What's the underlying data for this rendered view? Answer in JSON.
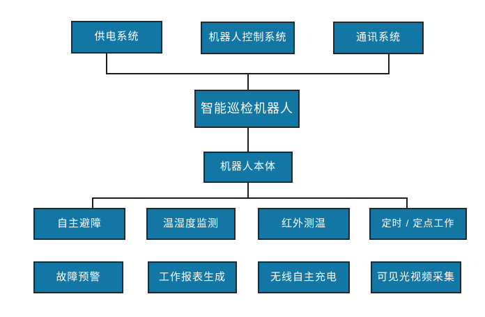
{
  "diagram": {
    "type": "hierarchy-flowchart",
    "colors": {
      "node_fill": "#1377a6",
      "node_border": "#1f2a30",
      "connector": "#1c1c1c",
      "node_text": "#ffffff",
      "background": "#ffffff"
    },
    "nodes": [
      {
        "id": "power-supply",
        "label": "供电系统",
        "level": 1
      },
      {
        "id": "robot-control",
        "label": "机器人控制系统",
        "level": 1
      },
      {
        "id": "communication",
        "label": "通讯系统",
        "level": 1
      },
      {
        "id": "inspection-robot",
        "label": "智能巡检机器人",
        "level": 2
      },
      {
        "id": "robot-body",
        "label": "机器人本体",
        "level": 3
      },
      {
        "id": "obstacle-avoidance",
        "label": "自主避障",
        "level": 4
      },
      {
        "id": "temp-humidity",
        "label": "温湿度监测",
        "level": 4
      },
      {
        "id": "infrared",
        "label": "红外测温",
        "level": 4
      },
      {
        "id": "timed-work",
        "label": "定时 / 定点工作",
        "level": 4
      },
      {
        "id": "fault-warning",
        "label": "故障预警",
        "level": 5
      },
      {
        "id": "report-generation",
        "label": "工作报表生成",
        "level": 5
      },
      {
        "id": "wireless-charging",
        "label": "无线自主充电",
        "level": 5
      },
      {
        "id": "video-capture",
        "label": "可见光视频采集",
        "level": 5
      }
    ],
    "edges": [
      {
        "from": "power-supply",
        "to": "inspection-robot"
      },
      {
        "from": "communication",
        "to": "inspection-robot"
      },
      {
        "from": "inspection-robot",
        "to": "robot-body"
      },
      {
        "from": "robot-body",
        "to": "obstacle-avoidance"
      },
      {
        "from": "robot-body",
        "to": "timed-work"
      }
    ]
  }
}
